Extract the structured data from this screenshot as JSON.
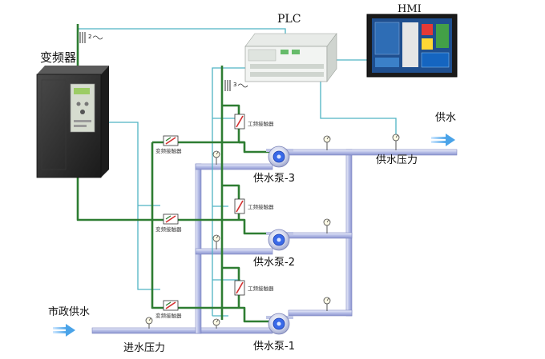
{
  "devices": {
    "plc_label": "PLC",
    "hmi_label": "HMI",
    "vfd_label": "变频器"
  },
  "cable_marks": {
    "vfd_phase": "2",
    "bus_phase": "3"
  },
  "contactors": {
    "vfd_contactor_label": "变频接触器",
    "line_contactor_label": "工频接触器"
  },
  "pumps": {
    "pump3": "供水泵-3",
    "pump2": "供水泵-2",
    "pump1": "供水泵-1"
  },
  "flow": {
    "supply": "供水",
    "supply_pressure": "供水压力",
    "city_supply": "市政供水",
    "inlet_pressure": "进水压力"
  },
  "colors": {
    "power_line": "#2e7d32",
    "signal_line": "#4fb3c4",
    "pipe": "#b6bde6",
    "pipe_edge": "#6f78b8",
    "vfd_body": "#2b2b2b",
    "hmi_screen": "#1f4f8f",
    "pump_blue": "#2f63e0"
  }
}
